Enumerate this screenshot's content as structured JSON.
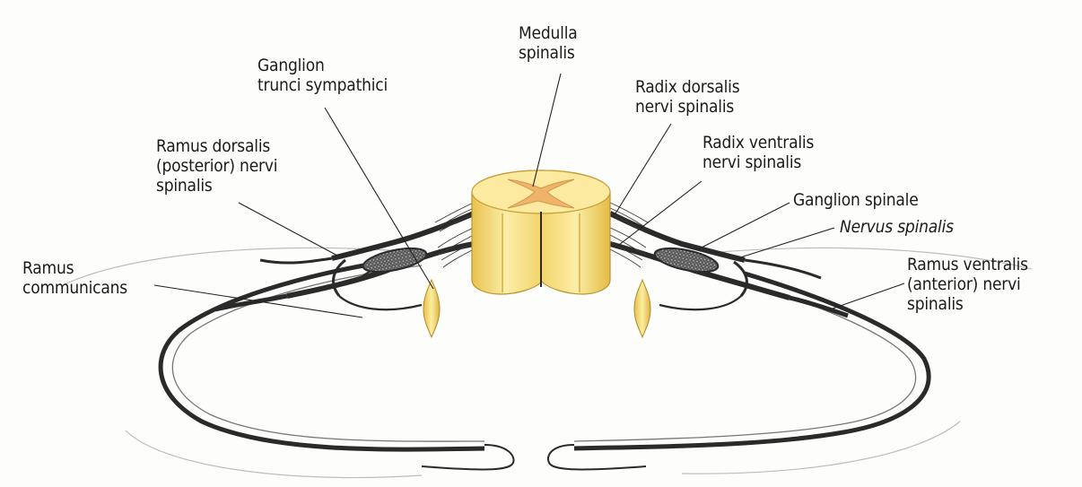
{
  "labels": {
    "medulla_spinalis": [
      "Medulla",
      "spinalis"
    ],
    "ganglion_trunci_sympathici": [
      "Ganglion",
      "trunci sympathici"
    ],
    "radix_dorsalis": [
      "Radix dorsalis",
      "nervi spinalis"
    ],
    "radix_ventralis": [
      "Radix ventralis",
      "nervi spinalis"
    ],
    "ramus_dorsalis": [
      "Ramus dorsalis",
      "(posterior) nervi",
      "spinalis"
    ],
    "ganglion_spinale": [
      "Ganglion spinale"
    ],
    "nervus_spinalis": [
      "Nervus spinalis"
    ],
    "ramus_communicans": [
      "Ramus",
      "communicans"
    ],
    "ramus_ventralis": [
      "Ramus ventralis",
      "(anterior) nervi",
      "spinalis"
    ]
  },
  "colors": {
    "background": "#fdfdfb",
    "nerve": "#2a2a2a",
    "spinal_cord_fill": "#f6dd7a",
    "spinal_cord_light": "#fbeeb0",
    "grey_matter": "#f2c777",
    "sympathetic_ganglion": "#f4dc76",
    "leader_line": "#222222",
    "body_outline": "#9a9a9a"
  }
}
